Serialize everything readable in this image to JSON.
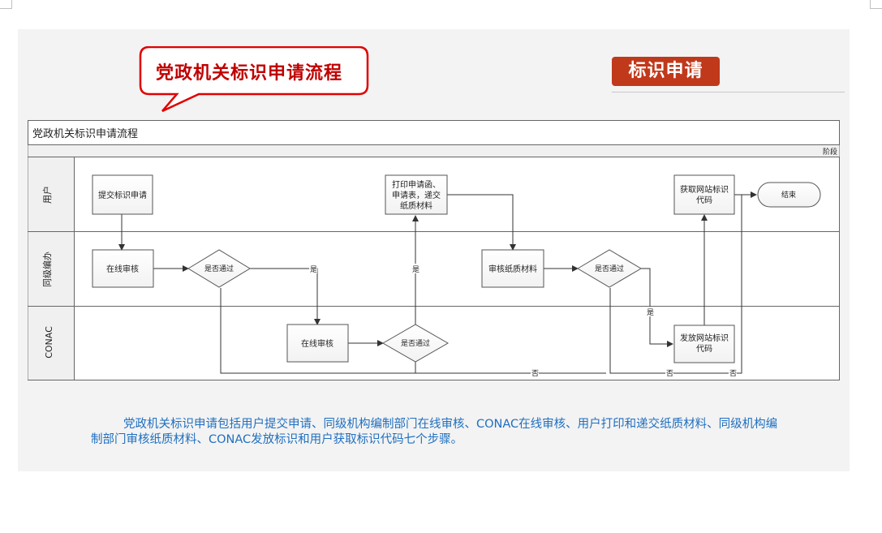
{
  "callout": {
    "text": "党政机关标识申请流程"
  },
  "tag": {
    "text": "标识申请"
  },
  "diagram": {
    "title": "党政机关标识申请流程",
    "phase_label": "阶段",
    "lanes": [
      "用户",
      "同级编办",
      "CONAC"
    ],
    "nodes": {
      "submit": "提交标识申请",
      "print": [
        "打印申请函、",
        "申请表，递交",
        "纸质材料"
      ],
      "get_code": [
        "获取网站标识",
        "代码"
      ],
      "end": "结束",
      "online_review_1": "在线审核",
      "decision_1": "是否通过",
      "review_paper": "审核纸质材料",
      "decision_3": "是否通过",
      "online_review_2": "在线审核",
      "decision_2": "是否通过",
      "issue_code": [
        "发放网站标识",
        "代码"
      ]
    },
    "edge_labels": {
      "yes": "是",
      "no": "否"
    }
  },
  "description": "党政机关标识申请包括用户提交申请、同级机构编制部门在线审核、CONAC在线审核、用户打印和递交纸质材料、同级机构编制部门审核纸质材料、CONAC发放标识和用户获取标识代码七个步骤。"
}
